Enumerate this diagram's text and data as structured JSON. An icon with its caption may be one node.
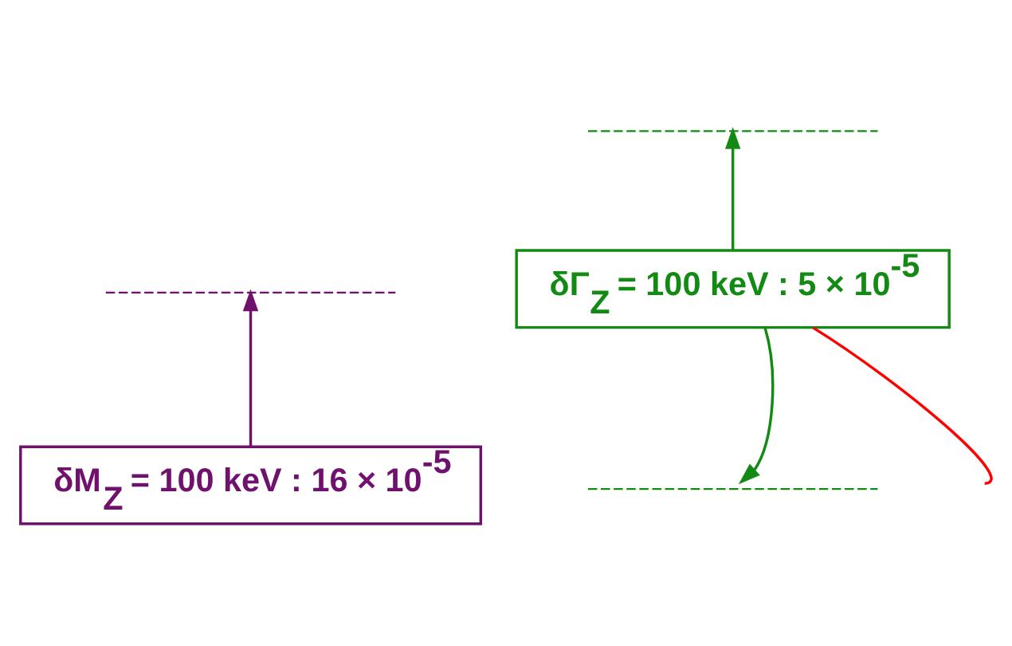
{
  "diagram": {
    "nodes": [
      {
        "text": [],
        "shape": "line"
      },
      {
        "text": [],
        "shape": "line"
      },
      {
        "text": [
          "δΓ$_{Z}$ = 100 keV : 5 × 10$^{-5}$"
        ]
      },
      {
        "text": [
          "δM$_{Z}$ = 100 keV : 16 × 10$^{-5}$"
        ]
      },
      {
        "text": [],
        "shape": "line"
      }
    ],
    "edges": [
      {
        "from": 3,
        "to": 0,
        "arrow": "to",
        "color": "#70116e"
      },
      {
        "from": 2,
        "to": 1,
        "arrow": "to",
        "color": "#138a13"
      },
      {
        "from": 2,
        "to": 4,
        "arrow": "to",
        "color": "#138a13"
      },
      {
        "from": 2,
        "to": null,
        "arrow": "none",
        "color": "#ff0000"
      }
    ]
  }
}
